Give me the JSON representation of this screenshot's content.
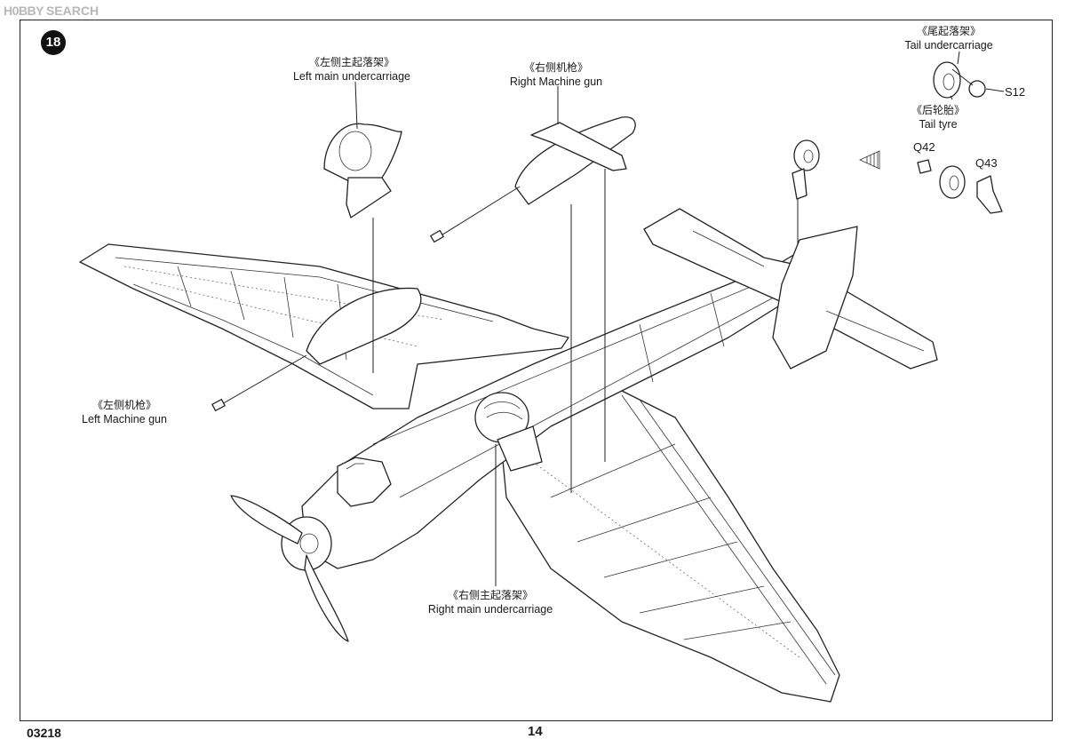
{
  "watermark": {
    "mark": "H0BBY",
    "text": "SEARCH"
  },
  "step_number": "18",
  "model_code": "03218",
  "page_number": "14",
  "callouts": {
    "left_main_undercarriage": {
      "cn": "《左侧主起落架》",
      "en": "Left main undercarriage"
    },
    "right_machine_gun": {
      "cn": "《右侧机枪》",
      "en": "Right Machine gun"
    },
    "tail_undercarriage": {
      "cn": "《尾起落架》",
      "en": "Tail undercarriage"
    },
    "tail_tyre": {
      "cn": "《后轮胎》",
      "en": "Tail tyre"
    },
    "left_machine_gun": {
      "cn": "《左侧机枪》",
      "en": "Left Machine gun"
    },
    "right_main_undercarriage": {
      "cn": "《右侧主起落架》",
      "en": "Right main undercarriage"
    }
  },
  "part_codes": {
    "s12": "S12",
    "q42": "Q42",
    "q43": "Q43"
  }
}
